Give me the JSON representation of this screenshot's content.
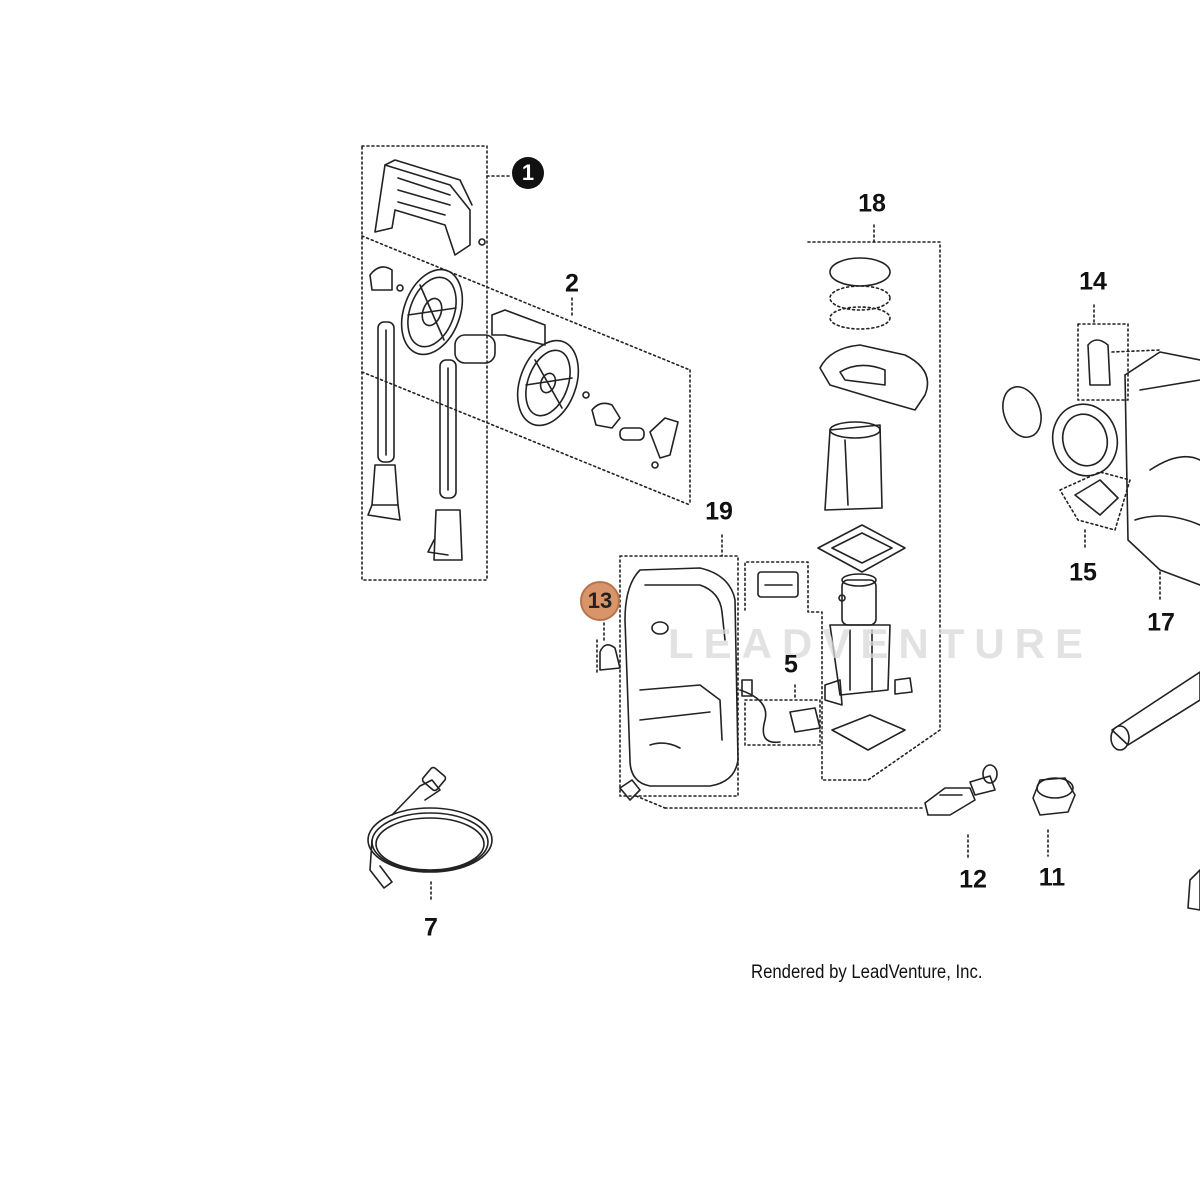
{
  "diagram": {
    "callouts": [
      {
        "id": "1",
        "style": "filled"
      },
      {
        "id": "2",
        "style": "plain"
      },
      {
        "id": "5",
        "style": "plain"
      },
      {
        "id": "7",
        "style": "plain"
      },
      {
        "id": "11",
        "style": "plain"
      },
      {
        "id": "12",
        "style": "plain"
      },
      {
        "id": "13",
        "style": "highlighted"
      },
      {
        "id": "14",
        "style": "plain"
      },
      {
        "id": "15",
        "style": "plain"
      },
      {
        "id": "17",
        "style": "plain"
      },
      {
        "id": "18",
        "style": "plain"
      },
      {
        "id": "19",
        "style": "plain"
      }
    ],
    "highlighted_part": "13",
    "credit": "Rendered by LeadVenture, Inc.",
    "watermark": "LEADVENTURE",
    "colors": {
      "line": "#222222",
      "highlight_fill": "#d9956a",
      "highlight_border": "#b8734a",
      "watermark": "#d9d9d9"
    }
  }
}
